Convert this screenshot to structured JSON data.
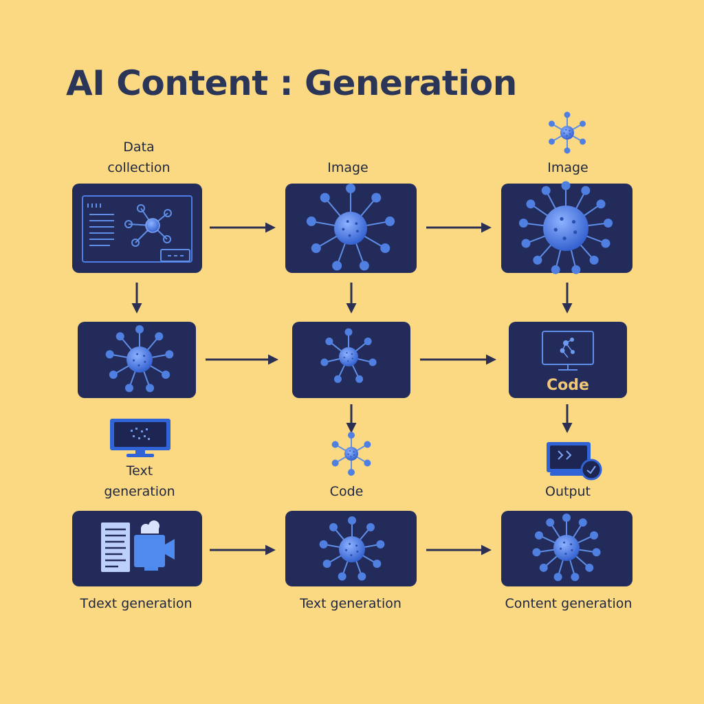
{
  "title": "AI Content : Generation",
  "labels": {
    "r1c1_line1": "Data",
    "r1c1_line2": "collection",
    "r1c2": "Image",
    "r1c3": "Image",
    "r3c1_line1": "Text",
    "r3c1_line2": "generation",
    "r3c2": "Code",
    "r3c3": "Output",
    "r4c1": "Tdext generation",
    "r4c2": "Text generation",
    "r4c3": "Content generation"
  },
  "box_labels": {
    "r2c3": "Code"
  },
  "icons": {
    "r1c1": "dashboard-network-icon",
    "r1c2": "network-node-icon",
    "r1c3": "network-node-icon",
    "r1c3_above": "network-node-icon",
    "r2c1": "network-node-icon",
    "r2c2": "network-node-icon",
    "r2c3": "monitor-icon",
    "r3c1_above": "monitor-icon",
    "r3c2_above": "network-node-icon",
    "r3c3_above": "monitor-check-icon",
    "r4c1": "document-camera-icon",
    "r4c2": "network-node-icon",
    "r4c3": "network-node-icon"
  },
  "colors": {
    "background": "#fbd982",
    "box": "#232b5a",
    "node": "#4f7fe0",
    "edge": "#5f8fe8",
    "arrow": "#2b3052",
    "accent_text": "#f1c877"
  }
}
